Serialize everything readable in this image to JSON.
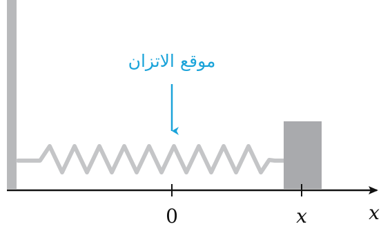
{
  "diagram": {
    "equilibrium_label": "موقع الاتزان",
    "origin_tick_label": "0",
    "block_position_label": "x",
    "axis_label": "x"
  },
  "colors": {
    "accent": "#1aa3d9",
    "wall": "#b8b9bb",
    "spring": "#c4c5c7",
    "block": "#a9aaad",
    "axis": "#111111"
  }
}
